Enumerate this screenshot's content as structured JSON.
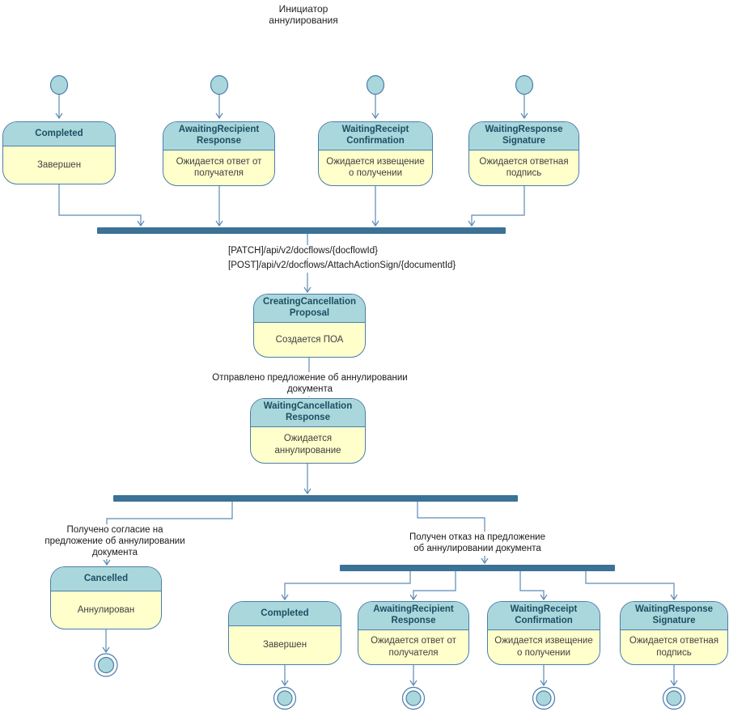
{
  "diagram": {
    "title": "Инициатор аннулирования",
    "api_calls": [
      "[PATCH]/api/v2/docflows/{docflowId}",
      "[POST]/api/v2/docflows/AttachActionSign/{documentId}"
    ],
    "transitions": {
      "sent_proposal": "Отправлено предложение об аннулировании документа",
      "accepted": "Получено согласие на предложение об аннулировании документа",
      "rejected": "Получен отказ на предложение об аннулировании документа"
    },
    "states": [
      {
        "name": "Completed",
        "description": "Завершен"
      },
      {
        "name": "AwaitingRecipient Response",
        "description": "Ожидается ответ от получателя"
      },
      {
        "name": "WaitingReceipt Confirmation",
        "description": "Ожидается извещение о получении"
      },
      {
        "name": "WaitingResponse Signature",
        "description": "Ожидается ответная подпись"
      },
      {
        "name": "CreatingCancellation Proposal",
        "description": "Создается ПОА"
      },
      {
        "name": "WaitingCancellation Response",
        "description": "Ожидается аннулирование"
      },
      {
        "name": "Cancelled",
        "description": "Аннулирован"
      },
      {
        "name": "Completed",
        "description": "Завершен"
      },
      {
        "name": "AwaitingRecipient Response",
        "description": "Ожидается ответ от получателя"
      },
      {
        "name": "WaitingReceipt Confirmation",
        "description": "Ожидается извещение о получении"
      },
      {
        "name": "WaitingResponse Signature",
        "description": "Ожидается ответная подпись"
      }
    ],
    "colors": {
      "state_header_fill": "#a9d7dc",
      "state_body_fill": "#ffffcc",
      "state_border": "#4a7dac",
      "state_name_text": "#1d4e63",
      "fork_join_bar": "#3b7296",
      "connector_line": "#5d8ab4",
      "terminal_node_fill": "#a9d7dc"
    }
  }
}
